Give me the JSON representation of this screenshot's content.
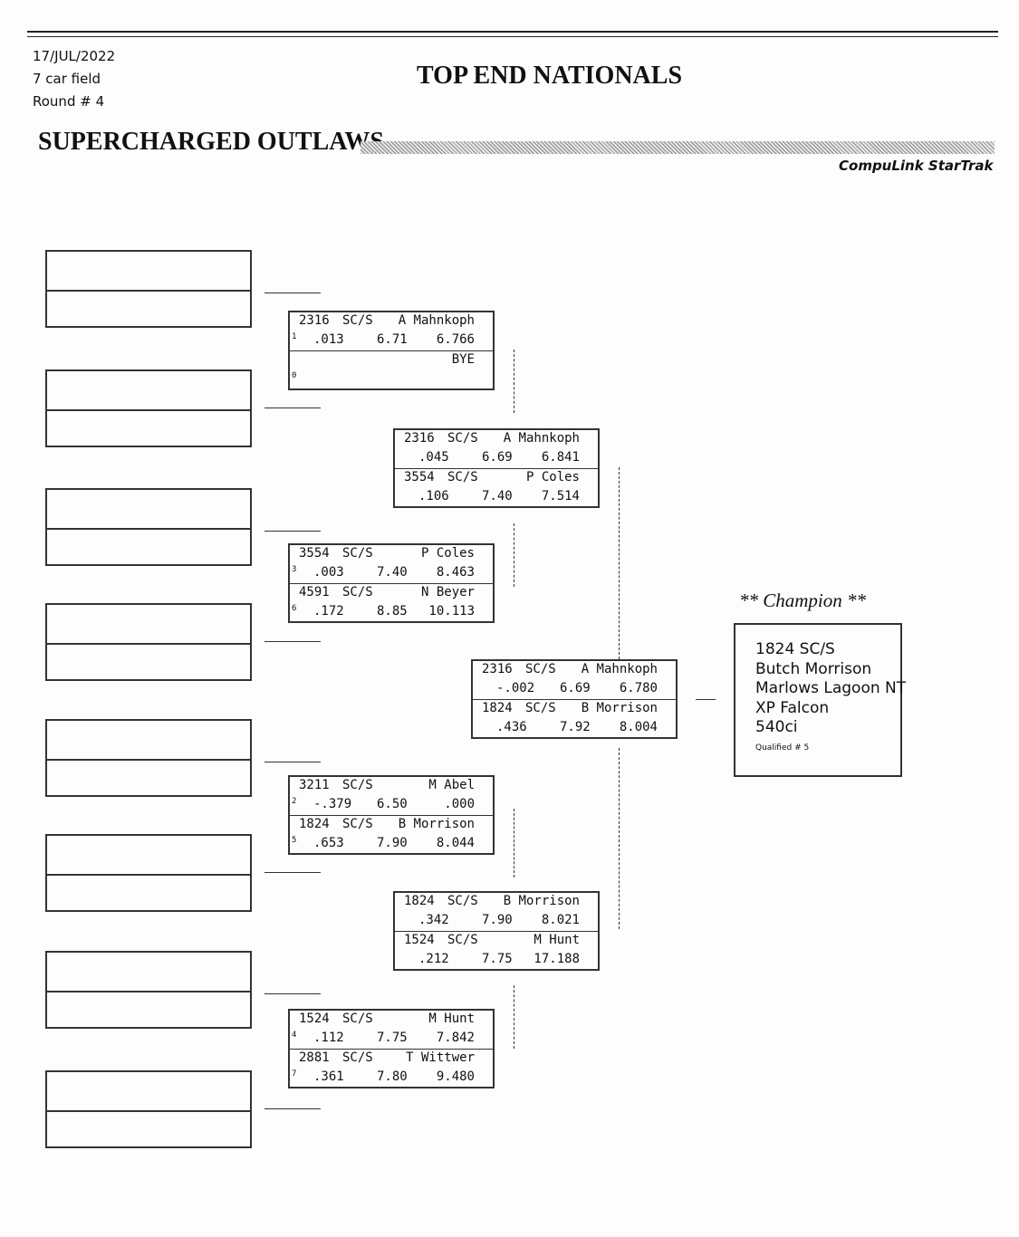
{
  "header": {
    "date": "17/JUL/2022",
    "field": "7 car field",
    "round": "Round # 4",
    "event_title": "TOP END NATIONALS",
    "class_name": "SUPERCHARGED OUTLAWS",
    "software": "CompuLink StarTrak"
  },
  "round1": [
    {
      "top": {
        "car": "2316",
        "cls": "SC/S",
        "driver": "A Mahnkoph",
        "seed": "1",
        "rt": ".013",
        "dial": "6.71",
        "et": "6.766"
      },
      "bot": {
        "car": "",
        "cls": "",
        "driver": "BYE",
        "seed": "0",
        "rt": "",
        "dial": "",
        "et": ""
      }
    },
    {
      "top": {
        "car": "3554",
        "cls": "SC/S",
        "driver": "P Coles",
        "seed": "3",
        "rt": ".003",
        "dial": "7.40",
        "et": "8.463"
      },
      "bot": {
        "car": "4591",
        "cls": "SC/S",
        "driver": "N Beyer",
        "seed": "6",
        "rt": ".172",
        "dial": "8.85",
        "et": "10.113"
      }
    },
    {
      "top": {
        "car": "3211",
        "cls": "SC/S",
        "driver": "M Abel",
        "seed": "2",
        "rt": "-.379",
        "dial": "6.50",
        "et": ".000"
      },
      "bot": {
        "car": "1824",
        "cls": "SC/S",
        "driver": "B Morrison",
        "seed": "5",
        "rt": ".653",
        "dial": "7.90",
        "et": "8.044"
      }
    },
    {
      "top": {
        "car": "1524",
        "cls": "SC/S",
        "driver": "M Hunt",
        "seed": "4",
        "rt": ".112",
        "dial": "7.75",
        "et": "7.842"
      },
      "bot": {
        "car": "2881",
        "cls": "SC/S",
        "driver": "T Wittwer",
        "seed": "7",
        "rt": ".361",
        "dial": "7.80",
        "et": "9.480"
      }
    }
  ],
  "round2": [
    {
      "top": {
        "car": "2316",
        "cls": "SC/S",
        "driver": "A Mahnkoph",
        "seed": "",
        "rt": ".045",
        "dial": "6.69",
        "et": "6.841"
      },
      "bot": {
        "car": "3554",
        "cls": "SC/S",
        "driver": "P Coles",
        "seed": "",
        "rt": ".106",
        "dial": "7.40",
        "et": "7.514"
      }
    },
    {
      "top": {
        "car": "1824",
        "cls": "SC/S",
        "driver": "B Morrison",
        "seed": "",
        "rt": ".342",
        "dial": "7.90",
        "et": "8.021"
      },
      "bot": {
        "car": "1524",
        "cls": "SC/S",
        "driver": "M Hunt",
        "seed": "",
        "rt": ".212",
        "dial": "7.75",
        "et": "17.188"
      }
    }
  ],
  "final": {
    "top": {
      "car": "2316",
      "cls": "SC/S",
      "driver": "A Mahnkoph",
      "seed": "",
      "rt": "-.002",
      "dial": "6.69",
      "et": "6.780"
    },
    "bot": {
      "car": "1824",
      "cls": "SC/S",
      "driver": "B Morrison",
      "seed": "",
      "rt": ".436",
      "dial": "7.92",
      "et": "8.004"
    }
  },
  "champion": {
    "heading": "** Champion **",
    "car": "1824  SC/S",
    "driver": "Butch Morrison",
    "hometown": "Marlows Lagoon NT",
    "vehicle": "XP Falcon",
    "engine": "540ci",
    "qualified": "Qualified # 5"
  }
}
